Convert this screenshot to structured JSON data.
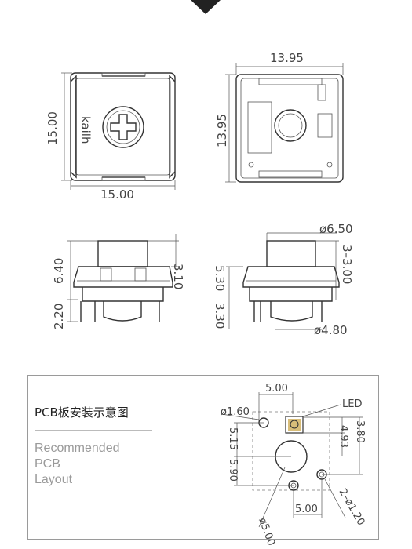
{
  "top_view": {
    "dim_width": "15.00",
    "dim_height": "15.00",
    "logo_text": "kailh"
  },
  "side_view": {
    "dim_width": "13.95",
    "dim_height": "13.95"
  },
  "front_view": {
    "dim_total_above": "6.40",
    "dim_stem": "3.10",
    "dim_below": "2.20"
  },
  "right_view": {
    "dim_stem_dia": "ø6.50",
    "dim_travel": "3–3.00",
    "dim_upper": "5.30",
    "dim_lower": "3.30",
    "dim_post_dia": "ø4.80"
  },
  "pcb_panel": {
    "title": "PCB板安装示意图",
    "subtitle_lines": [
      "Recommended",
      "PCB",
      "Layout"
    ],
    "dim_top": "5.00",
    "dim_hole_small": "ø1.60",
    "led_label": "LED",
    "dim_515": "5.15",
    "dim_590": "5.90",
    "dim_493": "4.93",
    "dim_380": "3.80",
    "dim_center_dia": "ø5.00",
    "dim_bottom": "5.00",
    "dim_pin_dia": "2–ø1.20"
  },
  "colors": {
    "line": "#333333",
    "text": "#444444",
    "panel_border": "#9a9a9a",
    "led_fill": "#b8860b"
  }
}
